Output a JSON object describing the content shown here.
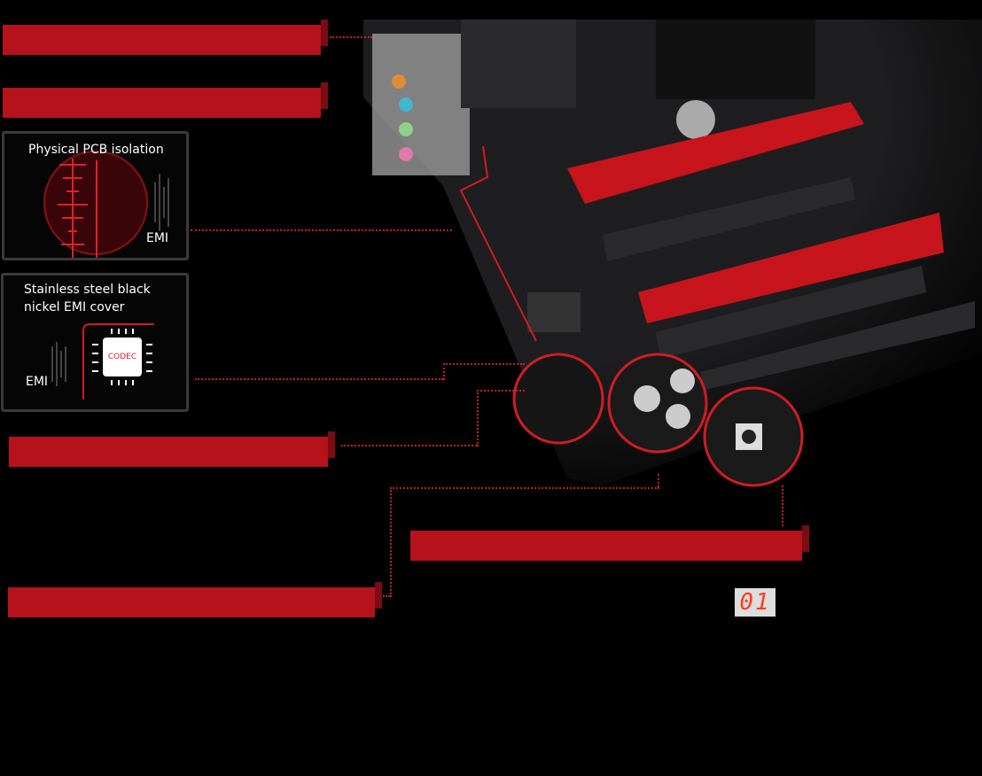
{
  "features": {
    "pcb_isolation": {
      "title": "Physical PCB isolation",
      "emi_label": "EMI"
    },
    "emi_cover": {
      "title_line1": "Stainless steel black",
      "title_line2": "nickel EMI cover",
      "emi_label": "EMI",
      "chip_label": "CODEC"
    }
  },
  "debug_led": {
    "value": "01"
  },
  "colors": {
    "accent": "#b5121b",
    "board": "#1c1c1e"
  }
}
